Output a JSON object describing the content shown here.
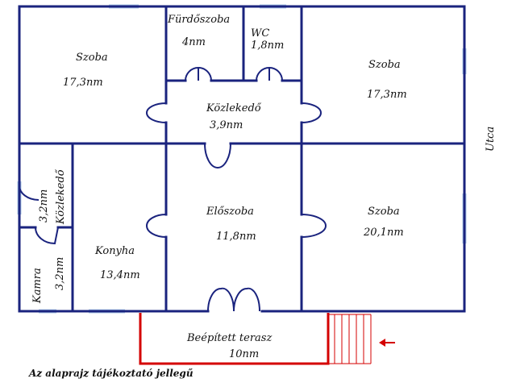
{
  "colors": {
    "wall": "#1a237e",
    "window": "#aec9e8",
    "terrace": "#d40000",
    "text": "#111111"
  },
  "rooms": {
    "szoba_nw": {
      "name": "Szoba",
      "area": "17,3nm"
    },
    "furdoszoba": {
      "name": "Fürdőszoba",
      "area": "4nm"
    },
    "wc": {
      "name": "WC",
      "area": "1,8nm"
    },
    "szoba_ne": {
      "name": "Szoba",
      "area": "17,3nm"
    },
    "kozlekedo_main": {
      "name": "Közlekedő",
      "area": "3,9nm"
    },
    "kozlekedo_small": {
      "name": "Közlekedő",
      "area": "3,2nm"
    },
    "kamra": {
      "name": "Kamra",
      "area": "3,2nm"
    },
    "konyha": {
      "name": "Konyha",
      "area": "13,4nm"
    },
    "eloszoba": {
      "name": "Előszoba",
      "area": "11,8nm"
    },
    "szoba_se": {
      "name": "Szoba",
      "area": "20,1nm"
    },
    "terasz": {
      "name": "Beépített terasz",
      "area": "10nm"
    }
  },
  "street_label": "Utca",
  "disclaimer": "Az alaprajz tájékoztató jellegű",
  "icons": {
    "entrance": "red-arrow-left-icon"
  }
}
